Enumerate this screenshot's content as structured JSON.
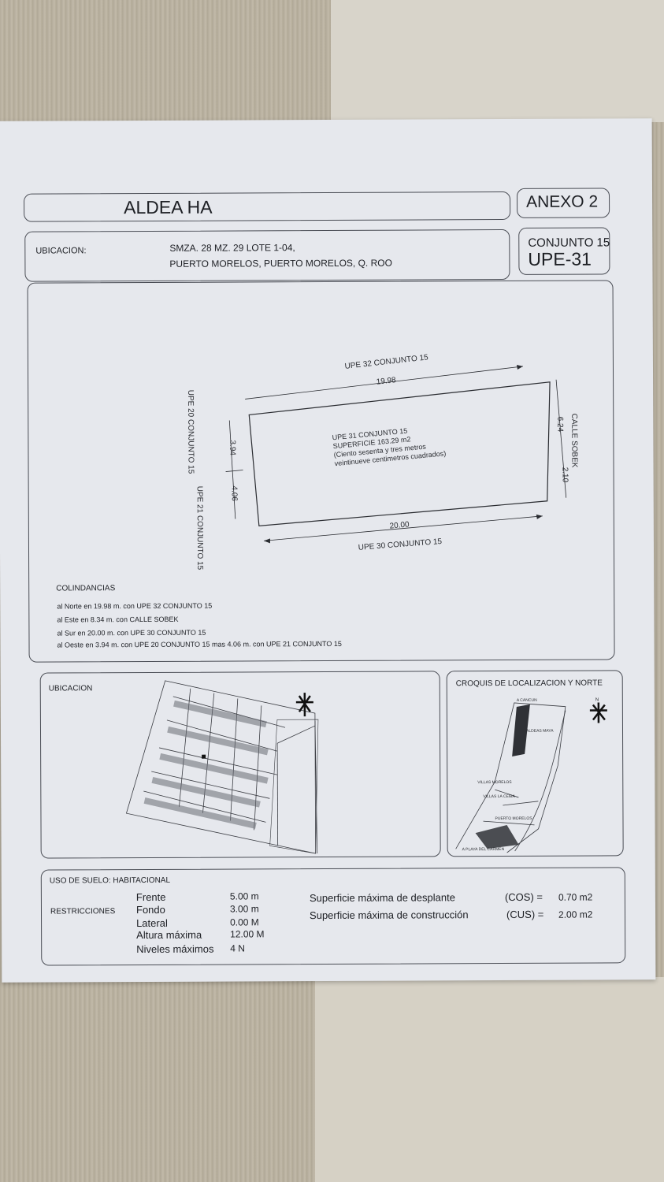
{
  "header": {
    "project_title": "ALDEA HA",
    "annex": "ANEXO 2",
    "ubicacion_label": "UBICACION:",
    "address_line1": "SMZA. 28 MZ. 29 LOTE 1-04,",
    "address_line2": "PUERTO MORELOS, PUERTO MORELOS, Q. ROO",
    "conjunto": "CONJUNTO 15",
    "upe": "UPE-31"
  },
  "plan": {
    "north_neighbor": "UPE 32 CONJUNTO 15",
    "south_neighbor": "UPE 30 CONJUNTO 15",
    "west_neighbor_1": "UPE 20 CONJUNTO 15",
    "west_neighbor_2": "UPE 21 CONJUNTO 15",
    "east_street": "CALLE SOBEK",
    "dim_top": "19.98",
    "dim_bottom": "20.00",
    "dim_west_1": "3.94",
    "dim_west_2": "4.06",
    "dim_east_1": "6.24",
    "dim_east_2": "2.10",
    "lot_name": "UPE 31 CONJUNTO 15",
    "lot_area": "SUPERFICIE 163.29 m2",
    "lot_area_words_1": "(Ciento sesenta y tres metros",
    "lot_area_words_2": "veintinueve centimetros cuadrados)"
  },
  "colindancias": {
    "title": "COLINDANCIAS",
    "lines": [
      "al Norte en 19.98 m. con UPE 32 CONJUNTO 15",
      "al Este en 8.34 m. con CALLE SOBEK",
      "al Sur en 20.00 m. con UPE 30 CONJUNTO 15",
      "al Oeste en 3.94 m. con UPE 20  CONJUNTO 15 mas 4.06 m. con UPE 21 CONJUNTO 15"
    ]
  },
  "location": {
    "ubicacion_title": "UBICACION",
    "croquis_title": "CROQUIS DE LOCALIZACION Y NORTE",
    "map_labels": [
      "A CANCUN",
      "ALDEAS MAYA",
      "VILLAS MORELOS",
      "VILLAS LA CEIBA",
      "PUERTO MORELOS",
      "A PLAYA DEL CARMEN",
      "N"
    ]
  },
  "restrictions": {
    "uso_de_suelo": "USO DE SUELO:  HABITACIONAL",
    "restricciones_label": "RESTRICCIONES",
    "rows": [
      {
        "label": "Frente",
        "value": "5.00 m"
      },
      {
        "label": "Fondo",
        "value": "3.00 m"
      },
      {
        "label": "Lateral",
        "value": "0.00 M"
      },
      {
        "label": "Altura máxima",
        "value": "12.00 M"
      },
      {
        "label": "Niveles máximos",
        "value": "4 N"
      }
    ],
    "surfaces": [
      {
        "label": "Superficie máxima de desplante",
        "code": "(COS) =",
        "value": "0.70 m2"
      },
      {
        "label": "Superficie máxima de construcción",
        "code": "(CUS) =",
        "value": "2.00 m2"
      }
    ]
  }
}
